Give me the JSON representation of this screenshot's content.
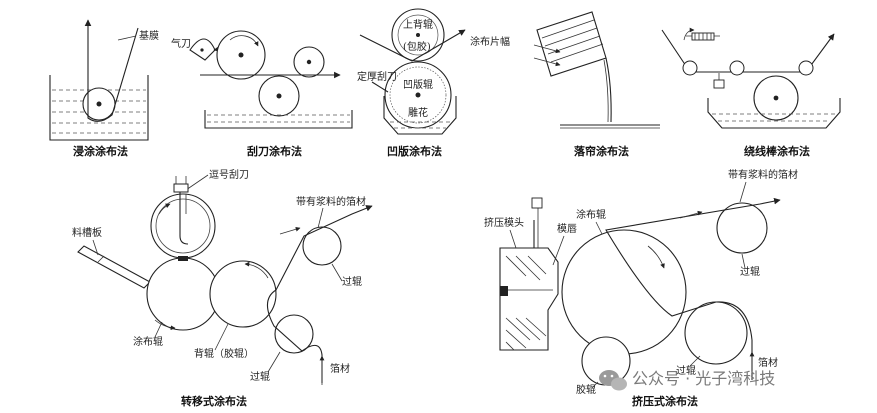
{
  "panels": {
    "dip": {
      "caption": "浸涂涂布法",
      "label_film": "基膜"
    },
    "knife": {
      "caption": "刮刀涂布法",
      "label_air_knife": "气刀"
    },
    "gravure": {
      "caption": "凹版涂布法",
      "label_top_roll": "上背辊",
      "label_top_roll_sub": "(包胶)",
      "label_web": "涂布片幅",
      "label_doctor": "定厚刮刀",
      "label_gravure_roll": "凹版辊",
      "label_engraving": "雕花"
    },
    "curtain": {
      "caption": "落帘涂布法"
    },
    "wire_bar": {
      "caption": "绕线棒涂布法"
    },
    "transfer": {
      "caption": "转移式涂布法",
      "label_meter_knife": "逗号刮刀",
      "label_trough": "料槽板",
      "label_coated_web": "带有浆料的箔材",
      "label_guide_roll_1": "过辊",
      "label_coating_roll": "涂布辊",
      "label_back_roll": "背辊（胶辊）",
      "label_guide_roll_2": "过辊",
      "label_foil": "箔材"
    },
    "extrusion": {
      "caption": "挤压式涂布法",
      "label_die_head": "挤压模头",
      "label_lip": "模唇",
      "label_coating_roll": "涂布辊",
      "label_coated_web": "带有浆料的箔材",
      "label_guide_roll_1": "过辊",
      "label_rubber_roll": "胶辊",
      "label_guide_roll_2": "过辊",
      "label_foil": "箔材"
    }
  },
  "watermark": {
    "text": "公众号 · 光子湾科技"
  }
}
